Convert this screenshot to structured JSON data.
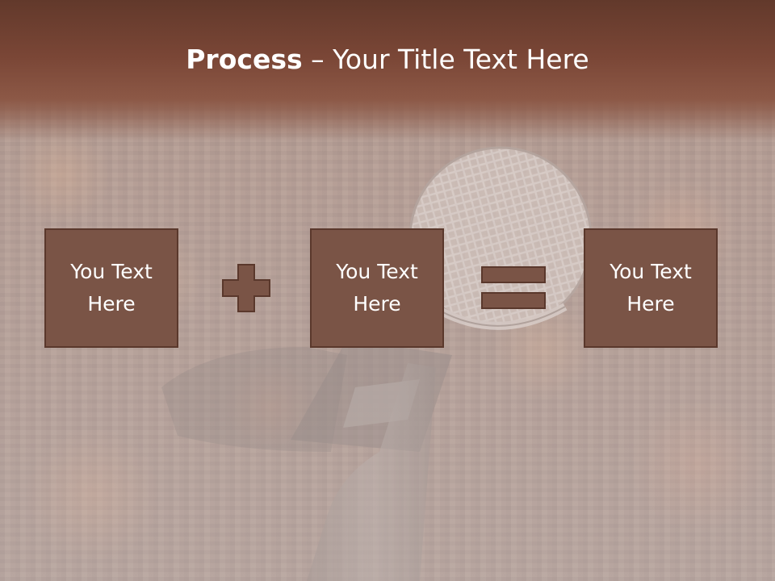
{
  "slide": {
    "title_bold": "Process",
    "title_dash": " – ",
    "title_rest": "Your Title Text Here",
    "boxes": [
      {
        "label": "You Text Here"
      },
      {
        "label": "You Text Here"
      },
      {
        "label": "You Text Here"
      }
    ],
    "operators": [
      "plus-icon",
      "equals-icon"
    ],
    "colors": {
      "band": "#7a4636",
      "box_fill": "#7a5446",
      "box_border": "#5a382c",
      "text": "#ffffff"
    }
  }
}
